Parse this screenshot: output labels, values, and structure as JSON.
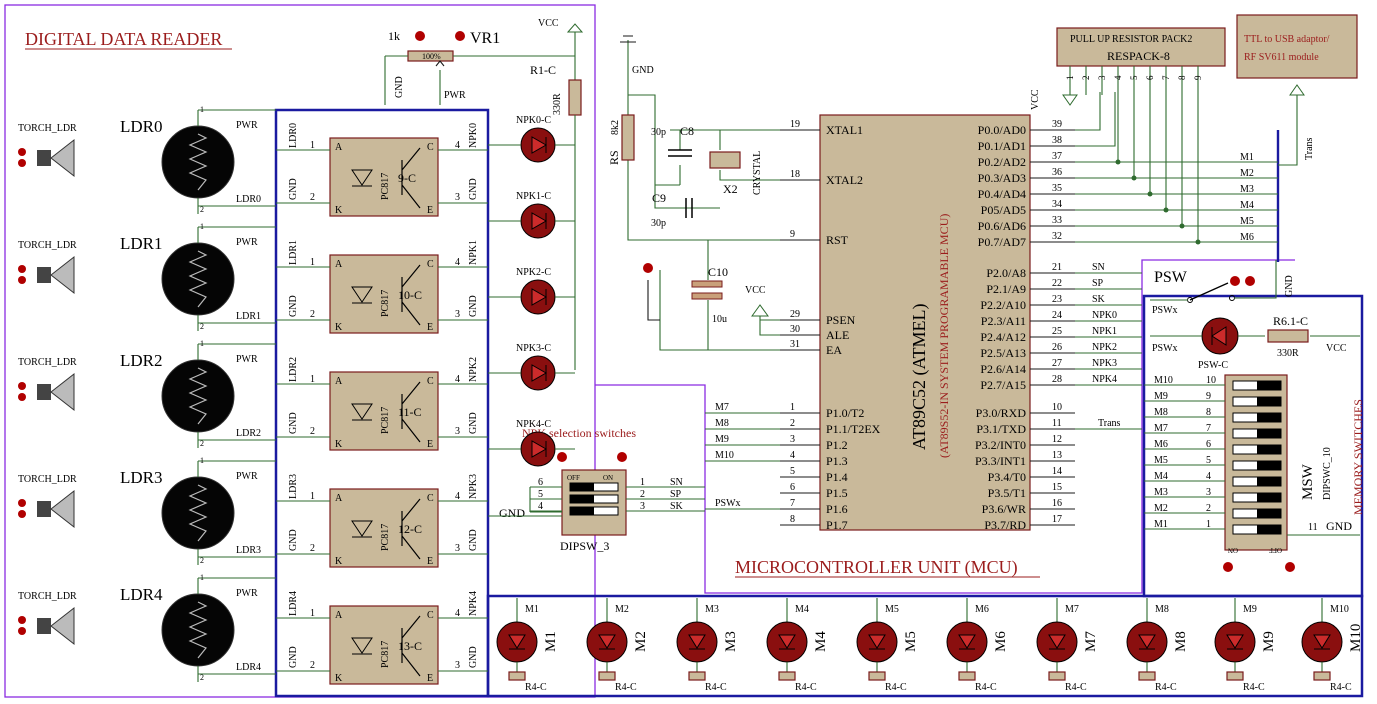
{
  "titles": {
    "digital_reader": "DIGITAL DATA READER",
    "mcu_unit": "MICROCONTROLLER UNIT (MCU)",
    "npk_switches": "NPK selection switches",
    "memory_switches": "MEMORY SWITCHES"
  },
  "vcc": "VCC",
  "gnd": "GND",
  "pot": {
    "value": "1k",
    "name": "VR1",
    "pct": "100%",
    "gnd": "GND",
    "pwr": "PWR"
  },
  "r1": {
    "name": "R1-C",
    "value": "330R"
  },
  "torch_label": "TORCH_LDR",
  "pwr": "PWR",
  "ldr_names": [
    "LDR0",
    "LDR1",
    "LDR2",
    "LDR3",
    "LDR4"
  ],
  "opto": {
    "part": "PC817",
    "names": [
      "9-C",
      "10-C",
      "11-C",
      "12-C",
      "13-C"
    ],
    "pinA": "A",
    "pinK": "K",
    "pinC": "C",
    "pinE": "E"
  },
  "pins": [
    "1",
    "2",
    "3",
    "4",
    "5",
    "6",
    "7",
    "8",
    "9",
    "10",
    "11"
  ],
  "npk_nets": [
    "NPK0",
    "NPK1",
    "NPK2",
    "NPK3",
    "NPK4"
  ],
  "npk_leds": [
    "NPK0-C",
    "NPK1-C",
    "NPK2-C",
    "NPK3-C",
    "NPK4-C"
  ],
  "mcu": {
    "name": "AT89C52 (ATMEL)",
    "subname": "(AT89S52-IN SYSTEM PROGRAMABLE MCU)",
    "left_pins": [
      {
        "pin": "19",
        "label": "XTAL1"
      },
      {
        "pin": "18",
        "label": "XTAL2"
      },
      {
        "pin": "9",
        "label": "RST"
      },
      {
        "pin": "29",
        "label": "PSEN"
      },
      {
        "pin": "30",
        "label": "ALE"
      },
      {
        "pin": "31",
        "label": "EA"
      },
      {
        "pin": "1",
        "label": "P1.0/T2"
      },
      {
        "pin": "2",
        "label": "P1.1/T2EX"
      },
      {
        "pin": "3",
        "label": "P1.2"
      },
      {
        "pin": "4",
        "label": "P1.3"
      },
      {
        "pin": "5",
        "label": "P1.4"
      },
      {
        "pin": "6",
        "label": "P1.5"
      },
      {
        "pin": "7",
        "label": "P1.6"
      },
      {
        "pin": "8",
        "label": "P1.7"
      }
    ],
    "right_pins": [
      {
        "pin": "39",
        "label": "P0.0/AD0"
      },
      {
        "pin": "38",
        "label": "P0.1/AD1"
      },
      {
        "pin": "37",
        "label": "P0.2/AD2"
      },
      {
        "pin": "36",
        "label": "P0.3/AD3"
      },
      {
        "pin": "35",
        "label": "P0.4/AD4"
      },
      {
        "pin": "34",
        "label": "P05/AD5"
      },
      {
        "pin": "33",
        "label": "P0.6/AD6"
      },
      {
        "pin": "32",
        "label": "P0.7/AD7"
      },
      {
        "pin": "21",
        "label": "P2.0/A8"
      },
      {
        "pin": "22",
        "label": "P2.1/A9"
      },
      {
        "pin": "23",
        "label": "P2.2/A10"
      },
      {
        "pin": "24",
        "label": "P2.3/A11"
      },
      {
        "pin": "25",
        "label": "P2.4/A12"
      },
      {
        "pin": "26",
        "label": "P2.5/A13"
      },
      {
        "pin": "27",
        "label": "P2.6/A14"
      },
      {
        "pin": "28",
        "label": "P2.7/A15"
      },
      {
        "pin": "10",
        "label": "P3.0/RXD"
      },
      {
        "pin": "11",
        "label": "P3.1/TXD"
      },
      {
        "pin": "12",
        "label": "P3.2/INT0"
      },
      {
        "pin": "13",
        "label": "P3.3/INT1"
      },
      {
        "pin": "14",
        "label": "P3.4/T0"
      },
      {
        "pin": "15",
        "label": "P3.5/T1"
      },
      {
        "pin": "16",
        "label": "P3.6/WR"
      },
      {
        "pin": "17",
        "label": "P3.7/RD"
      }
    ]
  },
  "p0_nets": [
    "M1",
    "M2",
    "M3",
    "M4",
    "M5",
    "M6"
  ],
  "p2_nets": [
    "SN",
    "SP",
    "SK",
    "NPK0",
    "NPK1",
    "NPK2",
    "NPK3",
    "NPK4"
  ],
  "p1_nets": [
    "M7",
    "M8",
    "M9",
    "M10",
    "",
    "",
    "PSWx",
    ""
  ],
  "trans": "Trans",
  "respack": {
    "title": "PULL UP RESISTOR PACK2",
    "name": "RESPACK-8",
    "pins": [
      "1",
      "2",
      "3",
      "4",
      "5",
      "6",
      "7",
      "8",
      "9"
    ]
  },
  "ttl": {
    "line1": "TTL to USB adaptor/",
    "line2": "RF SV611 module"
  },
  "crystal": {
    "rs": "RS",
    "rs_val": "8k2",
    "c8": "C8",
    "c9": "C9",
    "c8_val": "30p",
    "c9_val": "30p",
    "x2": "X2",
    "crystal": "CRYSTAL",
    "gnd": "GND"
  },
  "reset": {
    "c10": "C10",
    "c10_val": "10u",
    "vcc": "VCC"
  },
  "dipsw3": {
    "name": "DIPSW_3",
    "off": "OFF",
    "on": "ON",
    "left_pins": [
      "6",
      "5",
      "4"
    ],
    "right_pins": [
      "1",
      "2",
      "3"
    ],
    "nets": [
      "SN",
      "SP",
      "SK"
    ],
    "gnd": "GND"
  },
  "psw": {
    "name": "PSW",
    "pswx1": "PSWx",
    "pswx2": "PSWx",
    "led": "PSW-C",
    "r": "R6.1-C",
    "r_val": "330R",
    "vcc": "VCC",
    "gnd": "GND"
  },
  "msw": {
    "name": "MSW",
    "part": "DIPSWC_10",
    "on": "ON",
    "off": "OFF",
    "pin_gnd": "11",
    "gnd": "GND",
    "nets": [
      "M10",
      "M9",
      "M8",
      "M7",
      "M6",
      "M5",
      "M4",
      "M3",
      "M2",
      "M1"
    ],
    "pins": [
      "10",
      "9",
      "8",
      "7",
      "6",
      "5",
      "4",
      "3",
      "2",
      "1"
    ]
  },
  "led_nets": [
    "M1",
    "M2",
    "M3",
    "M4",
    "M5",
    "M6",
    "M7",
    "M8",
    "M9",
    "M10"
  ],
  "resistor_label": "R4-C"
}
